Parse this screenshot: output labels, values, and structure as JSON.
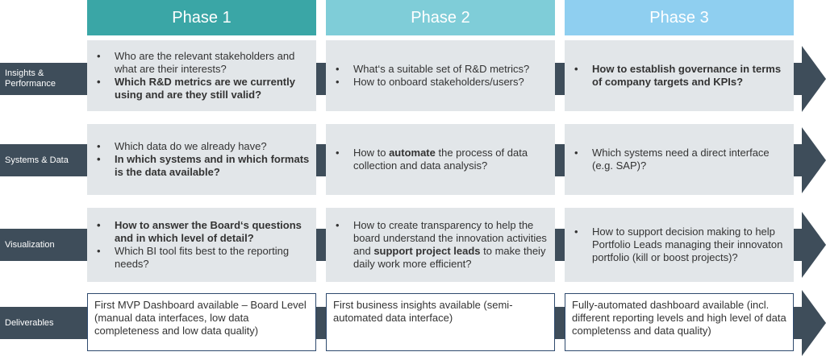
{
  "phases": [
    {
      "label": "Phase 1",
      "color": "#3aa6a6"
    },
    {
      "label": "Phase 2",
      "color": "#7fcdd8"
    },
    {
      "label": "Phase 3",
      "color": "#8fcff0"
    }
  ],
  "arrow_color": "#3e4d5a",
  "cell_color": "#e2e6e9",
  "rows": [
    {
      "label": "Insights & Performance",
      "cells": [
        {
          "items": [
            {
              "text": "Who are the relevant stakeholders and what are their interests?",
              "bold": false
            },
            {
              "text": "Which R&D metrics are we currently using and are they still valid?",
              "bold": true
            }
          ]
        },
        {
          "items": [
            {
              "text": "What‘s a suitable set of R&D metrics?",
              "bold": false
            },
            {
              "text": "How to onboard stakeholders/users?",
              "bold": false
            }
          ]
        },
        {
          "items": [
            {
              "text": "How to establish governance in terms of company targets and KPIs?",
              "bold": true
            }
          ]
        }
      ]
    },
    {
      "label": "Systems & Data",
      "cells": [
        {
          "items": [
            {
              "text": "Which data do we already have?",
              "bold": false
            },
            {
              "text": "In which systems and in which formats is the data available?",
              "bold": true
            }
          ]
        },
        {
          "items": [
            {
              "pre": "How to ",
              "strong": "automate",
              "post": " the process of data collection and data analysis?"
            }
          ]
        },
        {
          "items": [
            {
              "text": "Which systems need a direct interface (e.g. SAP)?",
              "bold": false
            }
          ]
        }
      ]
    },
    {
      "label": "Visualization",
      "cells": [
        {
          "items": [
            {
              "text": "How to answer the Board‘s questions and in which level of detail?",
              "bold": true
            },
            {
              "text": "Which BI tool fits best to the reporting needs?",
              "bold": false
            }
          ]
        },
        {
          "items": [
            {
              "pre": "How to create transparency to help the board understand the innovation activities and ",
              "strong": "support project leads",
              "post": " to make theiy daily work more efficient?"
            }
          ]
        },
        {
          "items": [
            {
              "text": "How to support decision making to help Portfolio Leads managing their innovaton portfolio (kill or boost projects)?",
              "bold": false
            }
          ]
        }
      ]
    }
  ],
  "deliverables": {
    "label": "Deliverables",
    "items": [
      "First MVP Dashboard available – Board Level (manual data interfaces, low data completeness and low data quality)",
      "First business insights available (semi-automated data interface)",
      "Fully-automated dashboard available (incl. different reporting levels and high level of data completenss and data quality)"
    ]
  }
}
